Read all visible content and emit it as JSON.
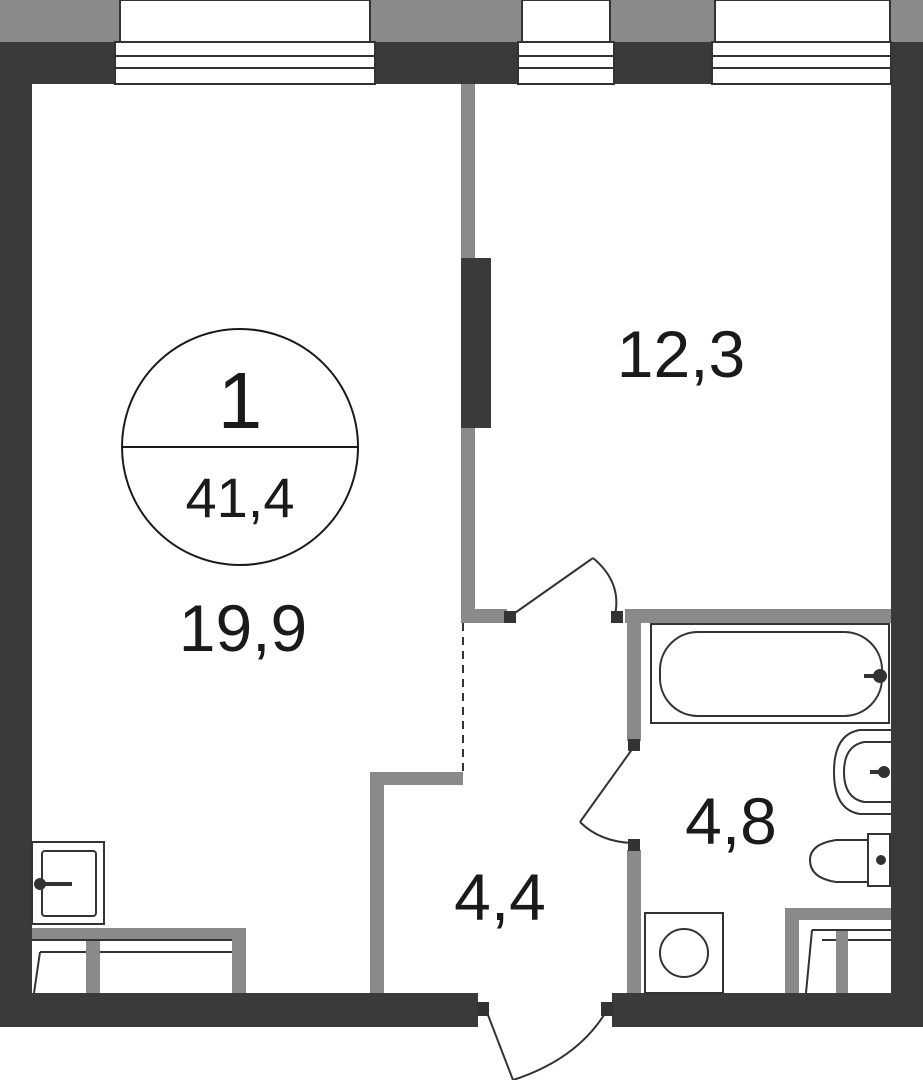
{
  "plan": {
    "rooms_count": "1",
    "total_area": "41,4",
    "rooms": [
      {
        "id": "living",
        "area": "19,9"
      },
      {
        "id": "bedroom",
        "area": "12,3"
      },
      {
        "id": "hallway",
        "area": "4,4"
      },
      {
        "id": "bathroom",
        "area": "4,8"
      }
    ],
    "colors": {
      "outer_wall": "#3a3a3a",
      "inner_wall": "#8a8a8a",
      "window": "#ffffff",
      "line": "#333333",
      "background": "#ffffff"
    }
  }
}
